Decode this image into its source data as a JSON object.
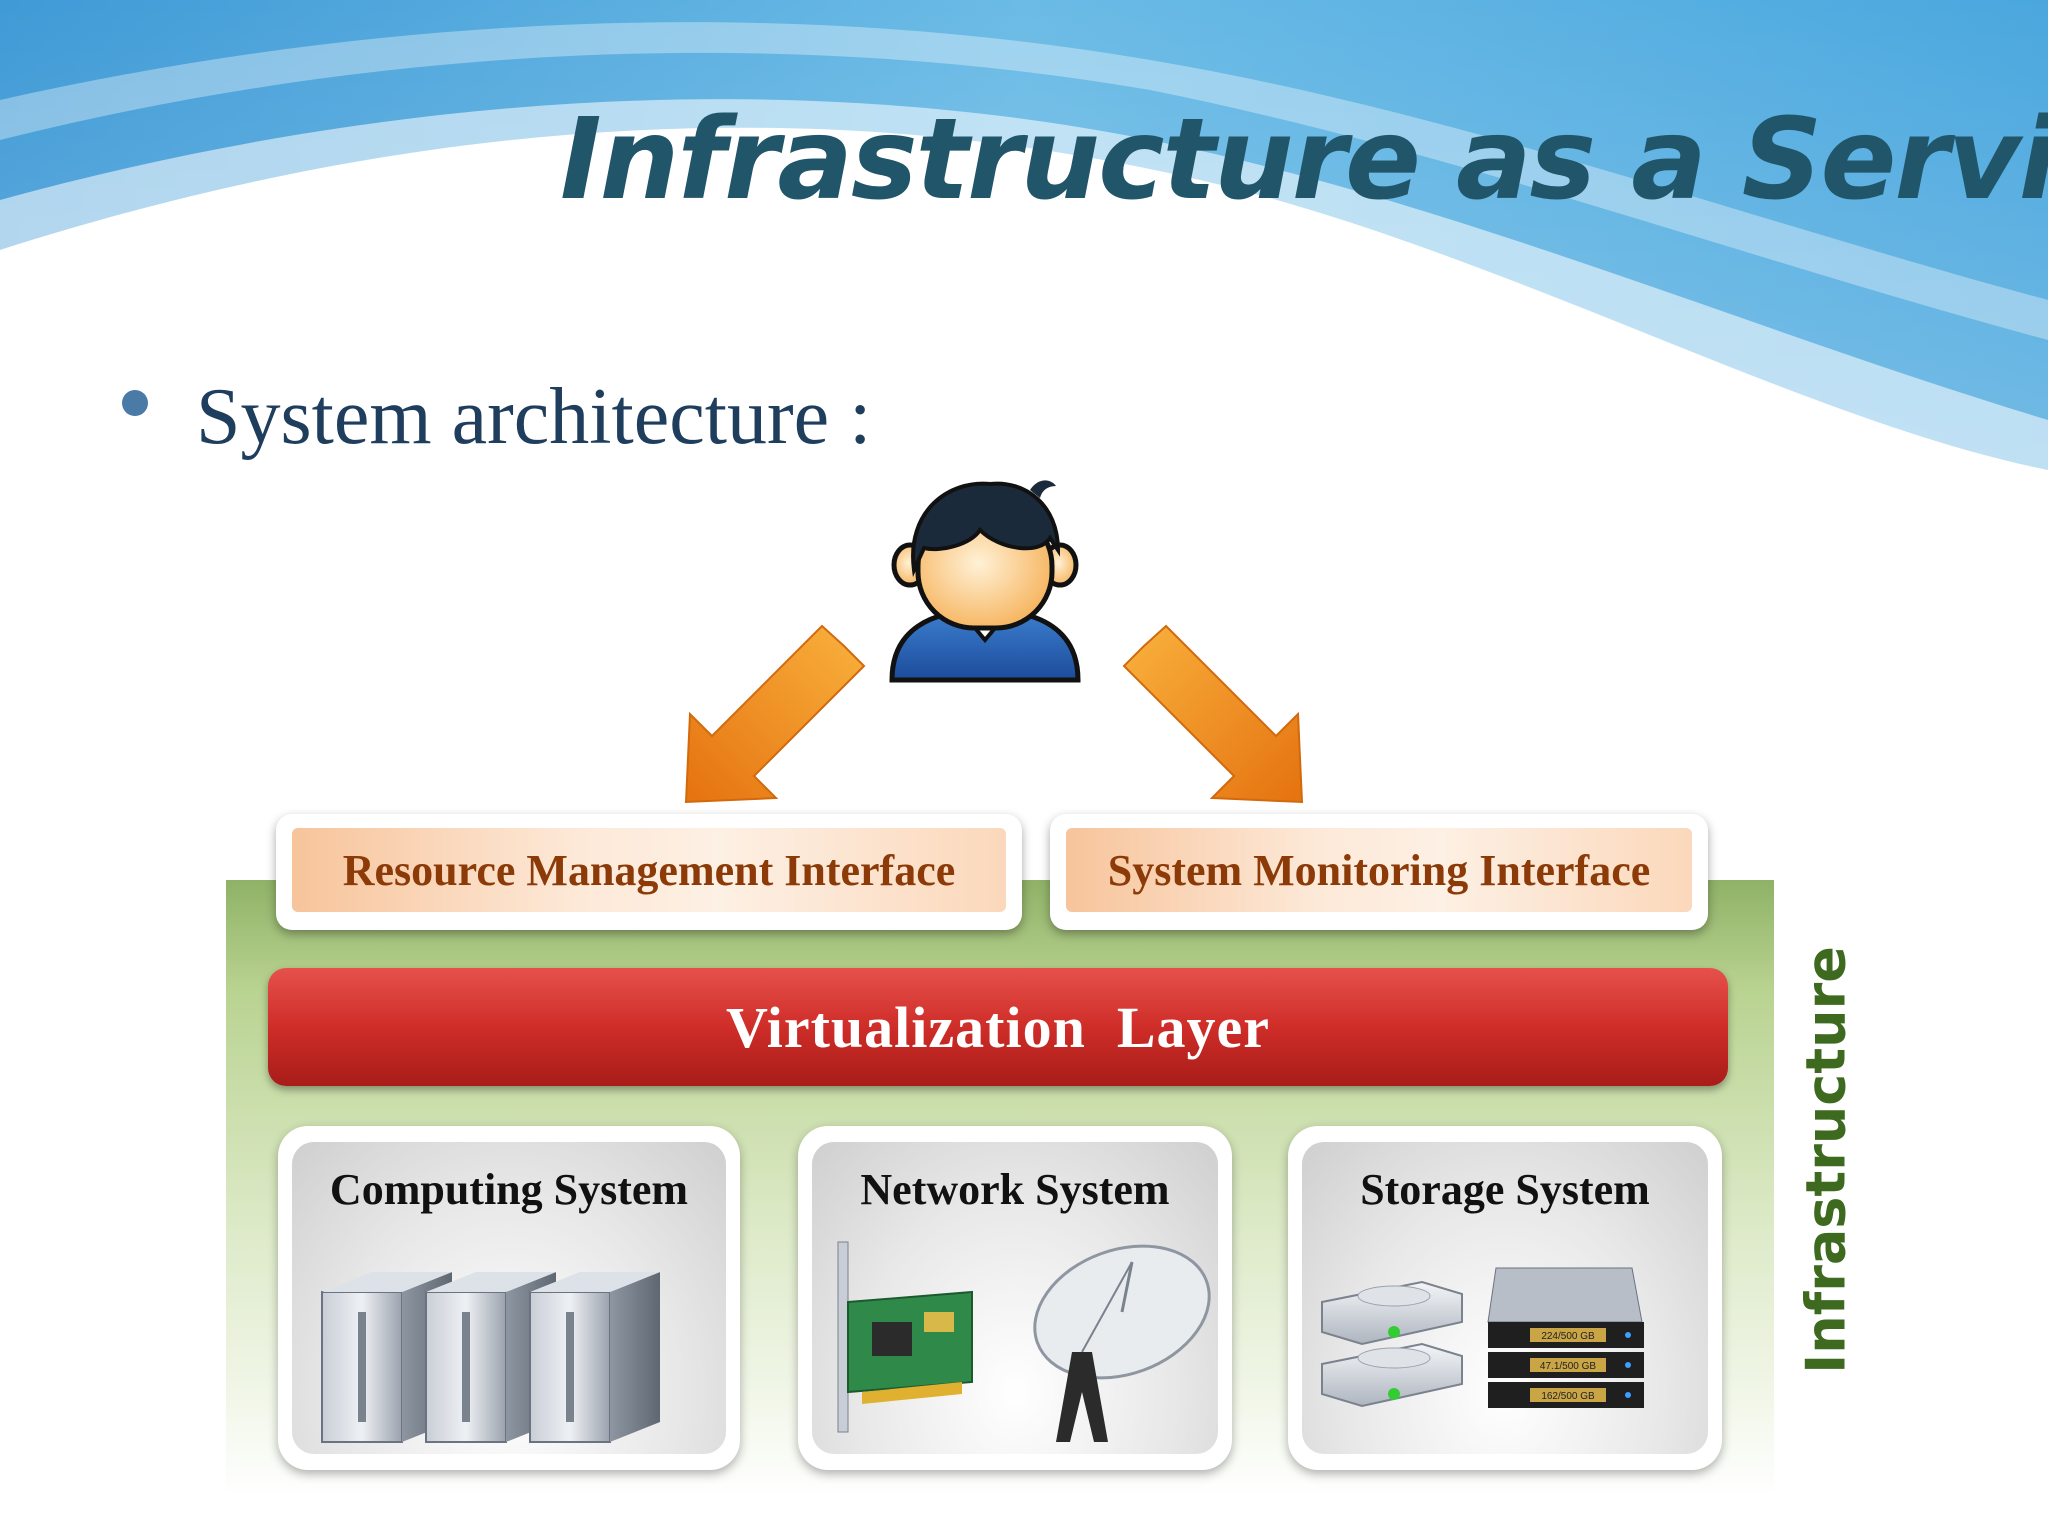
{
  "slide": {
    "title": "Infrastructure as a Service",
    "bullet": "System architecture :"
  },
  "diagram": {
    "interfaces": [
      {
        "label": "Resource Management Interface"
      },
      {
        "label": "System Monitoring Interface"
      }
    ],
    "virtualization_layer": "Virtualization  Layer",
    "systems": [
      {
        "label": "Computing System",
        "icon": "server-towers-icon"
      },
      {
        "label": "Network System",
        "icon": "network-card-and-satellite-dish-icon"
      },
      {
        "label": "Storage System",
        "icon": "disk-drives-and-storage-array-icon"
      }
    ],
    "infrastructure_label": "Infrastructure",
    "storage_readouts": [
      "224/500 GB",
      "47.1/500 GB",
      "162/500 GB"
    ],
    "user_icon": "user-icon",
    "arrow_icon": "orange-arrow-icon"
  },
  "colors": {
    "title": "#21566a",
    "bullet_text": "#1f3d5c",
    "interface_text": "#8c3b08",
    "virtualization": "#cf2d28",
    "infrastructure_label": "#3d6a1f",
    "infrastructure_bg": "#b9d391",
    "banner_blue": "#5aaee0"
  }
}
